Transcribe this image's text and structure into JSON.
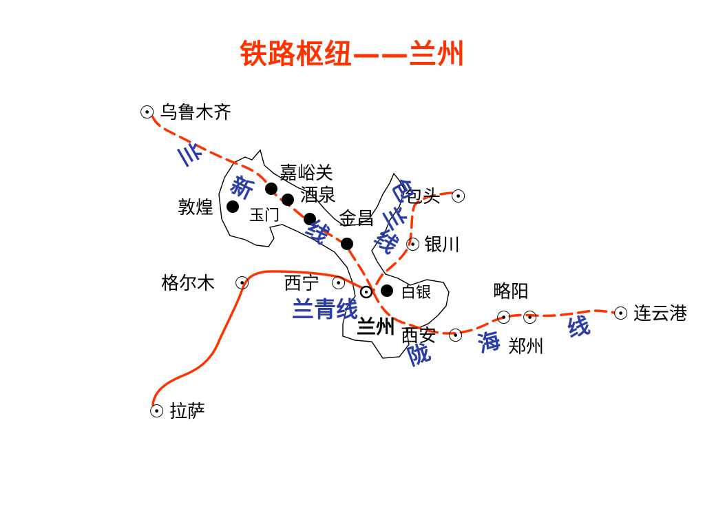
{
  "title": "铁路枢纽——兰州",
  "colors": {
    "title": "#ff3300",
    "railway": "#ff3300",
    "line_label": "#2b3da8",
    "boundary": "#000000",
    "text": "#000000"
  },
  "cities": {
    "urumqi": "乌鲁木齐",
    "jiayuguan": "嘉峪关",
    "jiuquan": "酒泉",
    "dunhuang": "敦煌",
    "yumen": "玉门",
    "jinchang": "金昌",
    "baotou": "包头",
    "yinchuan": "银川",
    "golmud": "格尔木",
    "xining": "西宁",
    "baiyin": "白银",
    "lanzhou": "兰州",
    "lueyang": "略阳",
    "lianyungang": "连云港",
    "xian": "西安",
    "zhengzhou": "郑州",
    "lhasa": "拉萨"
  },
  "railway_lines": {
    "lanxin": [
      "兰",
      "新",
      "线"
    ],
    "baolan": [
      "包",
      "兰",
      "线"
    ],
    "lanqing": "兰青线",
    "longhai": [
      "陇",
      "海",
      "线"
    ]
  },
  "marker_symbol": "☉"
}
